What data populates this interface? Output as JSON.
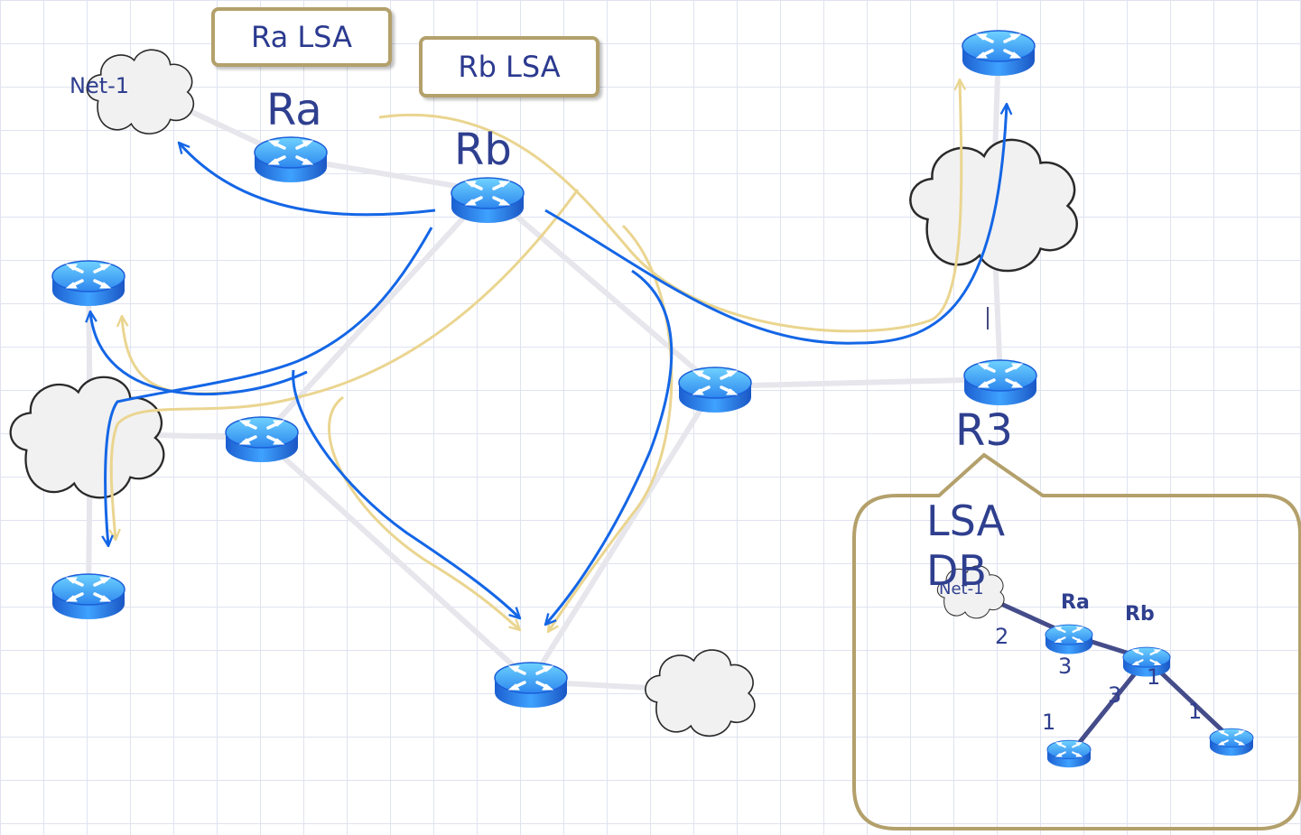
{
  "labels": {
    "ra_lsa": "Ra LSA",
    "rb_lsa": "Rb LSA",
    "net1": "Net-1",
    "ra": "Ra",
    "rb": "Rb",
    "r3": "R3",
    "lsa_db": "LSA DB"
  },
  "inset": {
    "net1": "Net-1",
    "ra": "Ra",
    "rb": "Rb",
    "costs": [
      "2",
      "3",
      "3",
      "1",
      "1",
      "1"
    ]
  },
  "colors": {
    "router": "#2a7df2",
    "blue_arrow": "#1466e6",
    "yellow_arrow": "#ead590",
    "frame": "#b3a06b",
    "link": "#e6e6ec",
    "inset_link": "#454c8a"
  },
  "icons": [
    "router-icon",
    "cloud-icon"
  ]
}
